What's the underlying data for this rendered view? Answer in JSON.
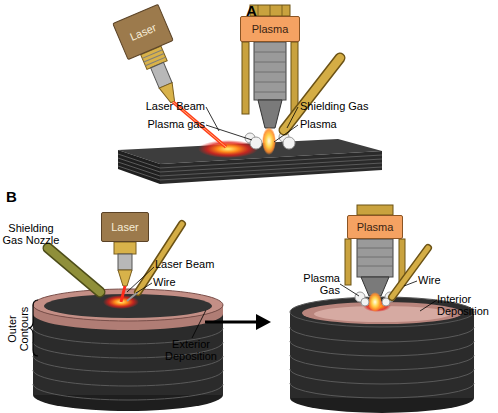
{
  "diagram": {
    "nodes": [
      {
        "text": [
          "Laser"
        ]
      },
      {
        "text": [
          "Plasma"
        ]
      },
      {
        "text": [
          "Laser"
        ]
      },
      {
        "text": [
          "Plasma"
        ]
      }
    ],
    "labels": [
      "A",
      "Laser Beam",
      "Shielding Gas",
      "Plasma gas",
      "Plasma",
      "B",
      "Shielding Gas Nozzle",
      "Laser Beam",
      "Wire",
      "Outer Contours",
      "Exterior Deposition",
      "Plasma Gas",
      "Wire",
      "Interior Deposition"
    ]
  }
}
